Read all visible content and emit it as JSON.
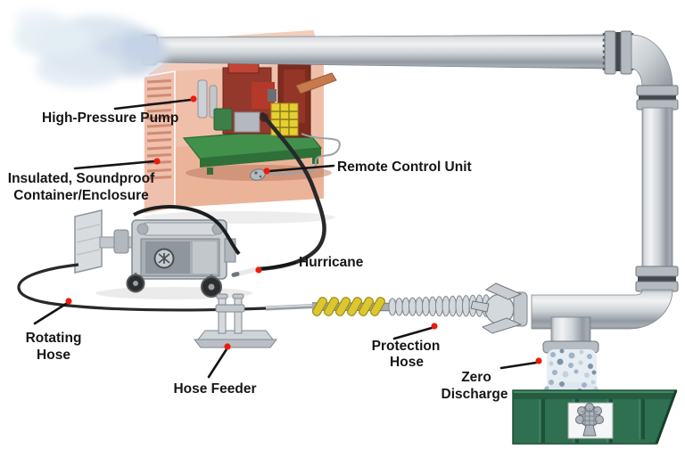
{
  "labels": {
    "high_pressure_pump": {
      "lines": [
        "High-Pressure Pump"
      ]
    },
    "insulated_container": {
      "lines": [
        "Insulated, Soundproof",
        "Container/Enclosure"
      ]
    },
    "remote_control_unit": {
      "lines": [
        "Remote Control Unit"
      ]
    },
    "hurricane": {
      "lines": [
        "Hurricane"
      ]
    },
    "rotating_hose": {
      "lines": [
        "Rotating",
        "Hose"
      ]
    },
    "hose_feeder": {
      "lines": [
        "Hose Feeder"
      ]
    },
    "protection_hose": {
      "lines": [
        "Protection",
        "Hose"
      ]
    },
    "zero_discharge": {
      "lines": [
        "Zero",
        "Discharge"
      ]
    }
  },
  "style": {
    "background": "#ffffff",
    "label_text_color": "#161616",
    "leader_line_color": "#141414",
    "leader_dot_color": "#ea1c0d",
    "pipe_color": "#b6bcc2",
    "enclosure_pink": "#f0bfa9",
    "pump_base_green": "#41904c",
    "machine_red": "#93382b",
    "panel_yellow": "#e5cf35",
    "dumpster_green": "#2e7050",
    "hose_black": "#27292b",
    "spiral_yellow": "#dcc72f",
    "steam_blue": "#dae5f0",
    "debris_blue": "#9fb4c9"
  }
}
